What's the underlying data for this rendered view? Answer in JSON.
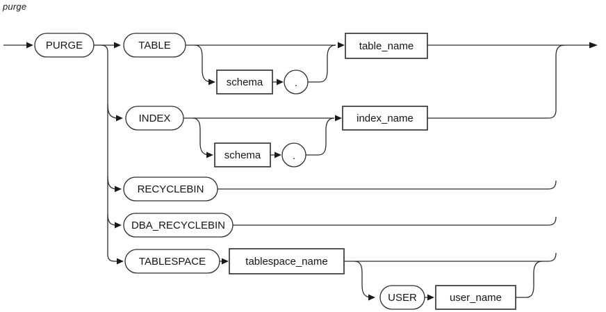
{
  "diagram": {
    "title": "purge",
    "type": "railroad-syntax-diagram",
    "colors": {
      "line": "#2b2b2b",
      "text": "#141414",
      "background": "#ffffff"
    },
    "nodes": {
      "purge": {
        "label": "PURGE",
        "kind": "terminal"
      },
      "table": {
        "label": "TABLE",
        "kind": "terminal"
      },
      "index": {
        "label": "INDEX",
        "kind": "terminal"
      },
      "recyclebin": {
        "label": "RECYCLEBIN",
        "kind": "terminal"
      },
      "dba_recyclebin": {
        "label": "DBA_RECYCLEBIN",
        "kind": "terminal"
      },
      "tablespace": {
        "label": "TABLESPACE",
        "kind": "terminal"
      },
      "user": {
        "label": "USER",
        "kind": "terminal"
      },
      "schema_table": {
        "label": "schema",
        "kind": "nonterminal"
      },
      "schema_index": {
        "label": "schema",
        "kind": "nonterminal"
      },
      "dot_table": {
        "label": ".",
        "kind": "terminal-circle"
      },
      "dot_index": {
        "label": ".",
        "kind": "terminal-circle"
      },
      "table_name": {
        "label": "table_name",
        "kind": "nonterminal"
      },
      "index_name": {
        "label": "index_name",
        "kind": "nonterminal"
      },
      "tablespace_name": {
        "label": "tablespace_name",
        "kind": "nonterminal"
      },
      "user_name": {
        "label": "user_name",
        "kind": "nonterminal"
      }
    },
    "branches": [
      {
        "id": "table-branch",
        "entry": "TABLE",
        "optional_prefix": "schema .",
        "target": "table_name"
      },
      {
        "id": "index-branch",
        "entry": "INDEX",
        "optional_prefix": "schema .",
        "target": "index_name"
      },
      {
        "id": "recyclebin-branch",
        "entry": "RECYCLEBIN",
        "optional_prefix": "",
        "target": ""
      },
      {
        "id": "dba-recyclebin-branch",
        "entry": "DBA_RECYCLEBIN",
        "optional_prefix": "",
        "target": ""
      },
      {
        "id": "tablespace-branch",
        "entry": "TABLESPACE",
        "optional_prefix": "",
        "target": "tablespace_name",
        "optional_suffix": "USER user_name"
      }
    ]
  }
}
